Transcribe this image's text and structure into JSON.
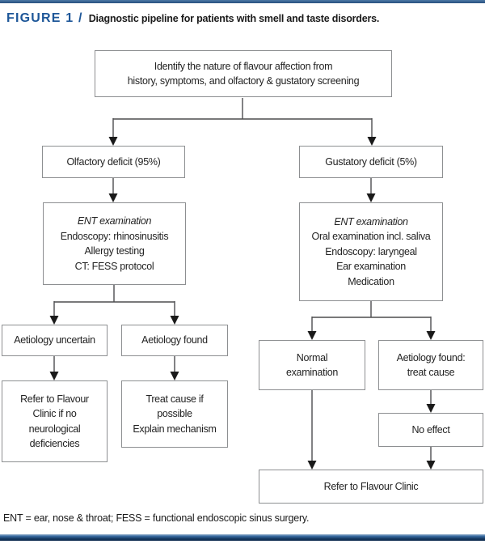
{
  "header": {
    "figure_label": "FIGURE 1 /",
    "figure_caption": "Diagnostic pipeline for patients with smell and taste disorders."
  },
  "colors": {
    "accent_navy": "#14375f",
    "figure_label_blue": "#1e5799",
    "box_border_gray": "#8d8f91",
    "connector_gray": "#4d4d4f",
    "arrowhead_black": "#1a1a1a",
    "text": "#232323"
  },
  "flowchart": {
    "nodes": {
      "identify": {
        "lines": [
          "Identify the nature of flavour affection from",
          "history, symptoms, and olfactory & gustatory screening"
        ]
      },
      "olfactory": {
        "label": "Olfactory deficit (95%)"
      },
      "gustatory": {
        "label": "Gustatory deficit (5%)"
      },
      "ent_left": {
        "title": "ENT examination",
        "lines": [
          "Endoscopy: rhinosinusitis",
          "Allergy testing",
          "CT: FESS protocol"
        ]
      },
      "ent_right": {
        "title": "ENT examination",
        "lines": [
          "Oral examination incl. saliva",
          "Endoscopy: laryngeal",
          "Ear examination",
          "Medication"
        ]
      },
      "aetiology_uncertain": {
        "label": "Aetiology uncertain"
      },
      "aetiology_found": {
        "label": "Aetiology found"
      },
      "refer_left": {
        "lines": [
          "Refer to Flavour",
          "Clinic if no",
          "neurological",
          "deficiencies"
        ]
      },
      "treat_cause": {
        "lines": [
          "Treat cause if",
          "possible",
          "Explain mechanism"
        ]
      },
      "normal_examination": {
        "lines": [
          "Normal",
          "examination"
        ]
      },
      "aetiology_found_treat": {
        "lines": [
          "Aetiology found:",
          "treat cause"
        ]
      },
      "no_effect": {
        "label": "No effect"
      },
      "refer_flavour_clinic": {
        "label": "Refer to Flavour Clinic"
      }
    }
  },
  "footer": {
    "abbreviations": "ENT = ear, nose & throat; FESS = functional endoscopic sinus surgery."
  }
}
